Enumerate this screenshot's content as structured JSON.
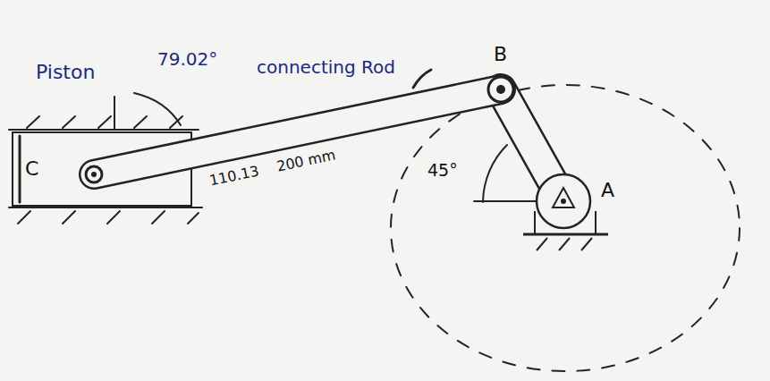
{
  "diagram": {
    "labels": [
      "Piston",
      "79.02°",
      "connecting Rod",
      "B",
      "C",
      "A",
      "45°",
      "110.13",
      "200 mm"
    ]
  }
}
